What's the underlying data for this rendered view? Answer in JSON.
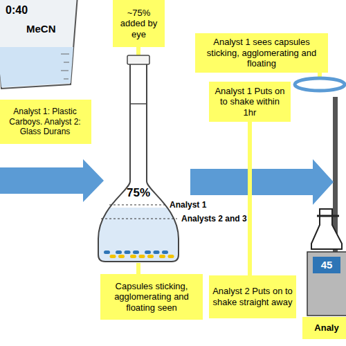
{
  "diagram": {
    "nodes": [
      {
        "text": [
          "Analyst 1: Plastic Carboys. Analyst 2: Glass Durans"
        ]
      },
      {
        "text": [
          "~75% added by eye"
        ]
      },
      {
        "text": [
          "Capsules sticking, agglomerating and floating seen"
        ]
      },
      {
        "text": [
          "Analyst 1 sees capsules sticking, agglomerating and floating"
        ]
      },
      {
        "text": [
          "Analyst 1 Puts on to shake within 1hr"
        ]
      },
      {
        "text": [
          "Analyst 2 Puts on to shake straight away"
        ]
      },
      {
        "text": [
          "Analy"
        ]
      }
    ],
    "edges": [
      {
        "from": 4,
        "to": 5,
        "arrow": "none"
      }
    ],
    "labels": [
      "0:40",
      "MeCN",
      "75%",
      "Analyst 1",
      "Analysts 2 and 3",
      "45"
    ]
  }
}
